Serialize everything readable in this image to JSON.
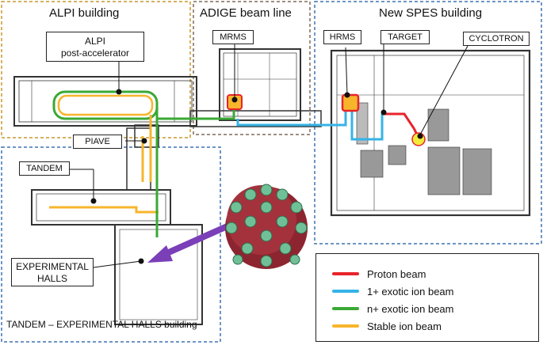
{
  "regions": {
    "alpi": "ALPI building",
    "adige": "ADIGE beam line",
    "spes": "New SPES building",
    "tandem": "TANDEM – EXPERIMENTAL HALLS building"
  },
  "callouts": {
    "alpi_line1": "ALPI",
    "alpi_line2": "post-accelerator",
    "mrms": "MRMS",
    "hrms": "HRMS",
    "target": "TARGET",
    "cyclotron": "CYCLOTRON",
    "piave": "PIAVE",
    "tandem": "TANDEM",
    "halls_line1": "EXPERIMENTAL",
    "halls_line2": "HALLS"
  },
  "legend": [
    {
      "label": "Proton beam",
      "color": "#e8232a"
    },
    {
      "label": "1+ exotic ion beam",
      "color": "#35b3e6"
    },
    {
      "label": "n+ exotic ion beam",
      "color": "#3aa935"
    },
    {
      "label": "Stable ion beam",
      "color": "#f7b52c"
    }
  ],
  "colors": {
    "alpi_border": "#c9972d",
    "adige_border": "#7f6a58",
    "spes_border": "#3e72b0",
    "tandem_border": "#3e72b0",
    "arrow": "#7b3fb8",
    "detector_shell": "#8c2530",
    "detector_node": "#6fc096"
  }
}
